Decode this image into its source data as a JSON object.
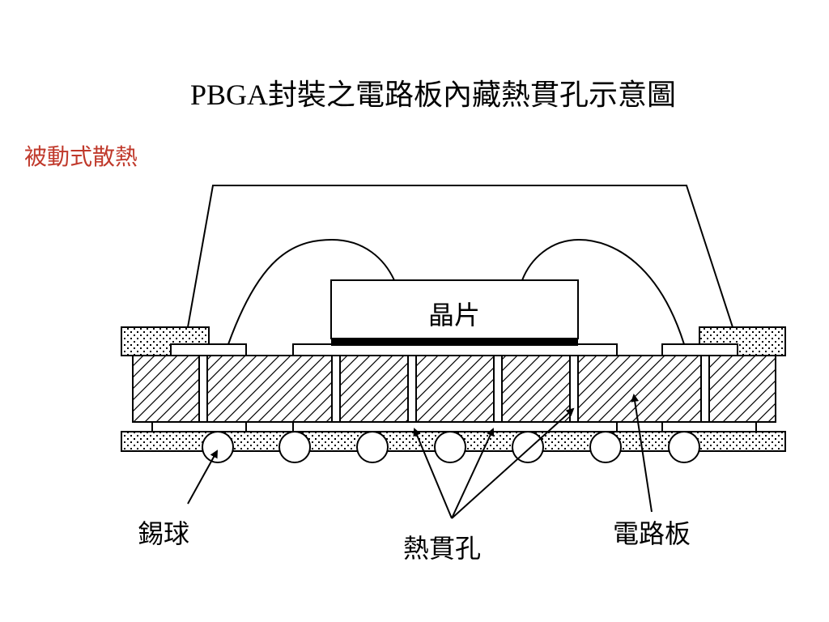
{
  "title": "PBGA封裝之電路板內藏熱貫孔示意圖",
  "subtitle": "被動式散熱",
  "subtitle_color": "#c0392b",
  "labels": {
    "chip": "晶片",
    "solder_ball": "錫球",
    "thermal_via": "熱貫孔",
    "circuit_board": "電路板"
  }
}
